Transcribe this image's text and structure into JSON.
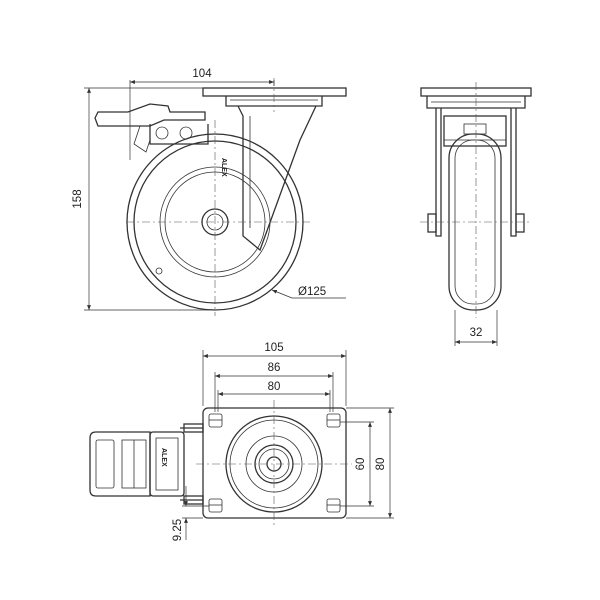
{
  "dimensions": {
    "plate_offset": "104",
    "overall_height": "158",
    "wheel_diameter": "Ø125",
    "wheel_width": "32",
    "plate_length": "105",
    "hole_spacing_outer": "86",
    "hole_spacing_inner": "80",
    "hole_spacing_short": "60",
    "plate_width": "80",
    "bolt_offset": "9.25"
  },
  "brand_text": "ALEX"
}
